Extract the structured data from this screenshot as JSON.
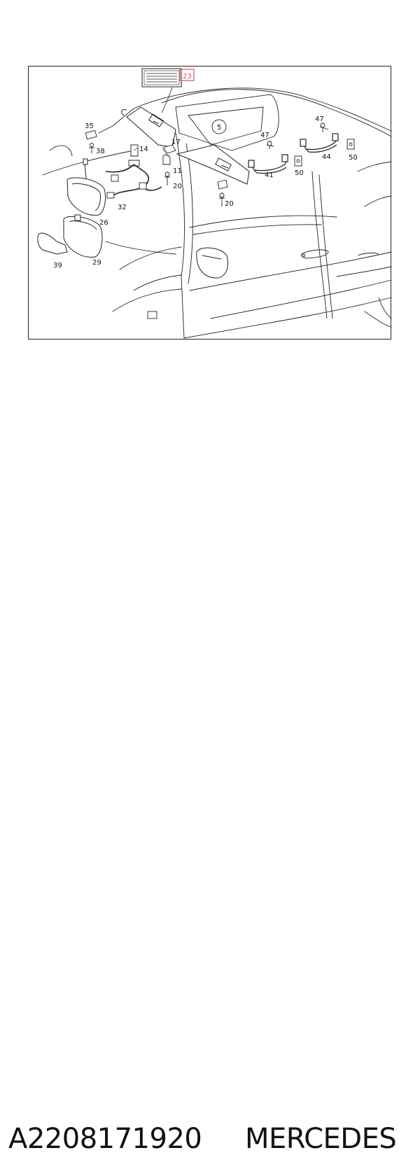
{
  "diagram": {
    "callouts": {
      "c23": "23",
      "c5": "5",
      "c35": "35",
      "c38": "38",
      "c14": "14",
      "c17": "17",
      "c11": "11",
      "c20a": "20",
      "c20b": "20",
      "c32": "32",
      "c26": "26",
      "c29": "29",
      "c39": "39",
      "c47a": "47",
      "c47b": "47",
      "c41": "41",
      "c50a": "50",
      "c50b": "50",
      "c44": "44"
    },
    "highlight_color": "#e05060"
  },
  "caption": {
    "part_number": "A2208171920",
    "brand": "MERCEDES"
  }
}
